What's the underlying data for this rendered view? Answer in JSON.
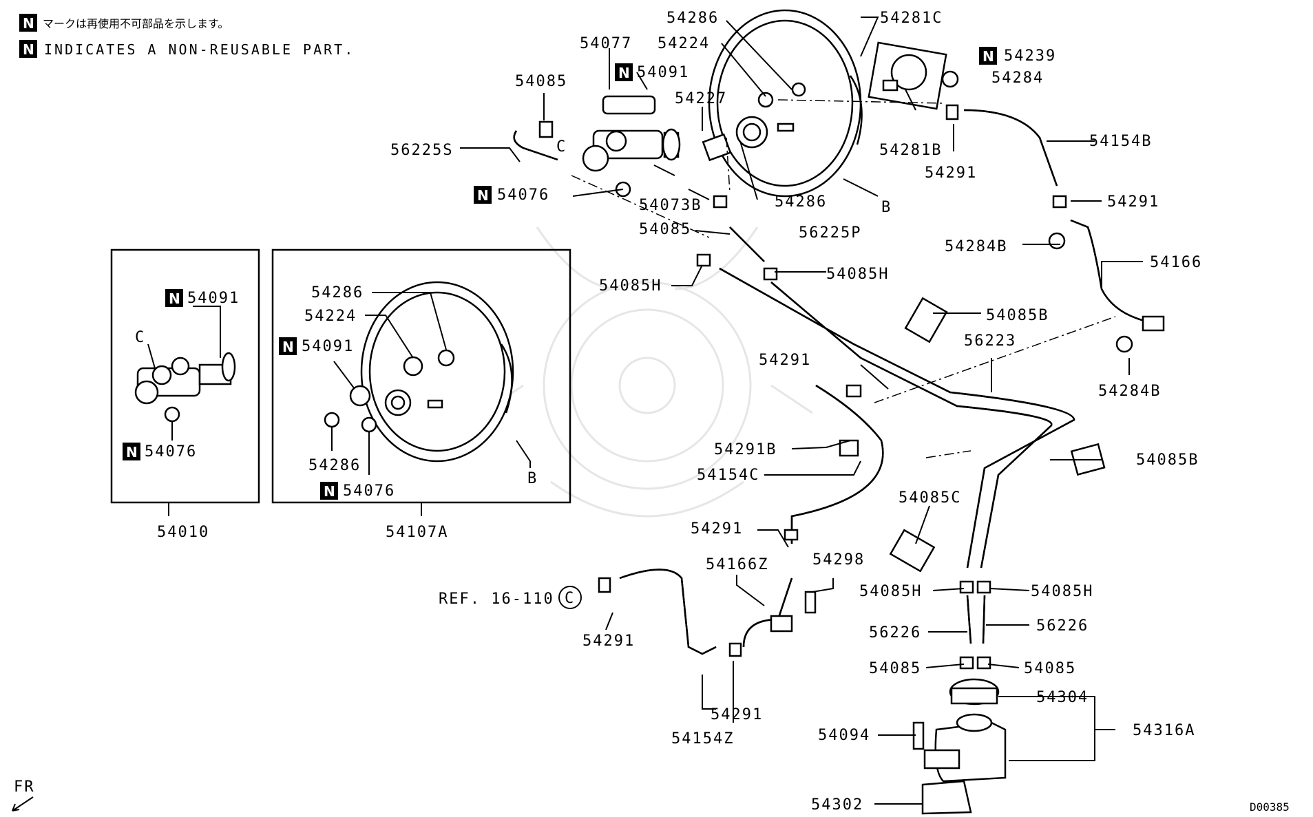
{
  "notes": {
    "jp": "マークは再使用不可部品を示します。",
    "en": "INDICATES A NON-REUSABLE PART.",
    "n_mark": "N"
  },
  "labels": {
    "p54286_top": "54286",
    "p54281C": "54281C",
    "p54239": "54239",
    "p54224_top": "54224",
    "p54077": "54077",
    "p54091_top": "54091",
    "p54284": "54284",
    "p54085_top": "54085",
    "p54227": "54227",
    "c_top": "C",
    "p56225S": "56225S",
    "p54281B": "54281B",
    "p54154B": "54154B",
    "p54291_a": "54291",
    "p54076_top": "54076",
    "p54073B": "54073B",
    "p54286_mid": "54286",
    "b_top": "B",
    "p54291_b": "54291",
    "p54085_mid": "54085",
    "p56225P": "56225P",
    "p54284B_a": "54284B",
    "p54166": "54166",
    "p54085H_left": "54085H",
    "p54085H_right": "54085H",
    "p54085B_a": "54085B",
    "p56223": "56223",
    "p54291_c": "54291",
    "p54284B_b": "54284B",
    "p54291B": "54291B",
    "p54085B_b": "54085B",
    "p54154C": "54154C",
    "p54085C": "54085C",
    "p54291_d": "54291",
    "p54166Z": "54166Z",
    "p54298": "54298",
    "ref": "REF. 16-110",
    "c_ref": "C",
    "p54085H_a": "54085H",
    "p54085H_b": "54085H",
    "p54291_e": "54291",
    "p56226_a": "56226",
    "p56226_b": "56226",
    "p54085_c": "54085",
    "p54085_d": "54085",
    "p54304": "54304",
    "p54316A": "54316A",
    "p54291_f": "54291",
    "p54094": "54094",
    "p54154Z": "54154Z",
    "p54302": "54302",
    "fr": "FR",
    "drawing_code": "D00385"
  },
  "inset1": {
    "p54091": "54091",
    "c": "C",
    "p54076": "54076",
    "caption": "54010"
  },
  "inset2": {
    "p54286_a": "54286",
    "p54224": "54224",
    "p54091": "54091",
    "p54286_b": "54286",
    "p54076": "54076",
    "b": "B",
    "caption": "54107A"
  }
}
